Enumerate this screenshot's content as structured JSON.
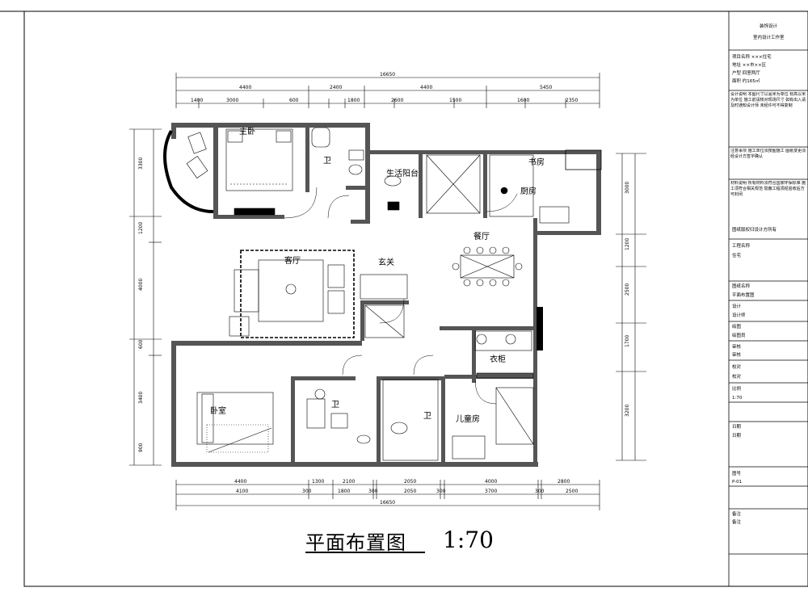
{
  "drawing": {
    "title": "平面布置图",
    "scale": "1:70",
    "total_width_top": "16650",
    "total_width_bottom": "16650"
  },
  "rooms": {
    "master_bedroom": "主卧",
    "bath_1": "卫",
    "laundry": "生活阳台",
    "entrance": "玄关",
    "living_room": "客厅",
    "dining_room": "餐厅",
    "study": "书房",
    "kitchen": "厨房",
    "elder_bedroom": "卧室",
    "child_room": "儿童房",
    "bath_2": "卫",
    "bath_3": "卫",
    "closet": "衣柜"
  },
  "dimensions": {
    "top_row": [
      "4400",
      "2400",
      "4400",
      "5450"
    ],
    "top_detail": [
      "1400",
      "3000",
      "600",
      "1800",
      "2600",
      "1500",
      "1600",
      "2350"
    ],
    "bottom_row": [
      "4400",
      "1300",
      "2100",
      "2050",
      "4000",
      "2800"
    ],
    "bottom_detail": [
      "4100",
      "300",
      "1800",
      "300",
      "2050",
      "300",
      "3700",
      "300",
      "2500"
    ],
    "left": [
      "3300",
      "1200",
      "4000",
      "600",
      "3400",
      "900"
    ],
    "right": [
      "3000",
      "1200",
      "2500",
      "1700",
      "3200"
    ]
  },
  "title_block": {
    "logo": "装饰设计",
    "company": "室内设计工作室",
    "project_lines": [
      "项目名称 ×××住宅",
      "地址 ××市××区",
      "户型 四室两厅",
      "面积 约165㎡"
    ],
    "notes_block": "设计说明 本图尺寸以毫米为单位 标高以米为单位 施工前请核对现场尺寸 如有出入请及时通知设计师 未经许可不得复制",
    "notes_block_2": "注意事项 施工单位须按图施工 图纸变更须经设计方签字确认",
    "notes_block_3": "材料说明 所有材料须符合国家环保标准 施工须符合相关规范 隐蔽工程须经验收后方可封闭",
    "notes_block_4": "图纸版权归设计方所有",
    "fields": [
      {
        "label": "工程名称",
        "value": "住宅"
      },
      {
        "label": "图纸名称",
        "value": "平面布置图"
      },
      {
        "label": "设计",
        "value": "设计师"
      },
      {
        "label": "绘图",
        "value": "绘图员"
      },
      {
        "label": "审核",
        "value": "审核"
      },
      {
        "label": "校对",
        "value": "校对"
      },
      {
        "label": "比例",
        "value": "1:70"
      },
      {
        "label": "日期",
        "value": "日期"
      },
      {
        "label": "图号",
        "value": "P-01"
      },
      {
        "label": "备注",
        "value": "备注"
      }
    ]
  }
}
